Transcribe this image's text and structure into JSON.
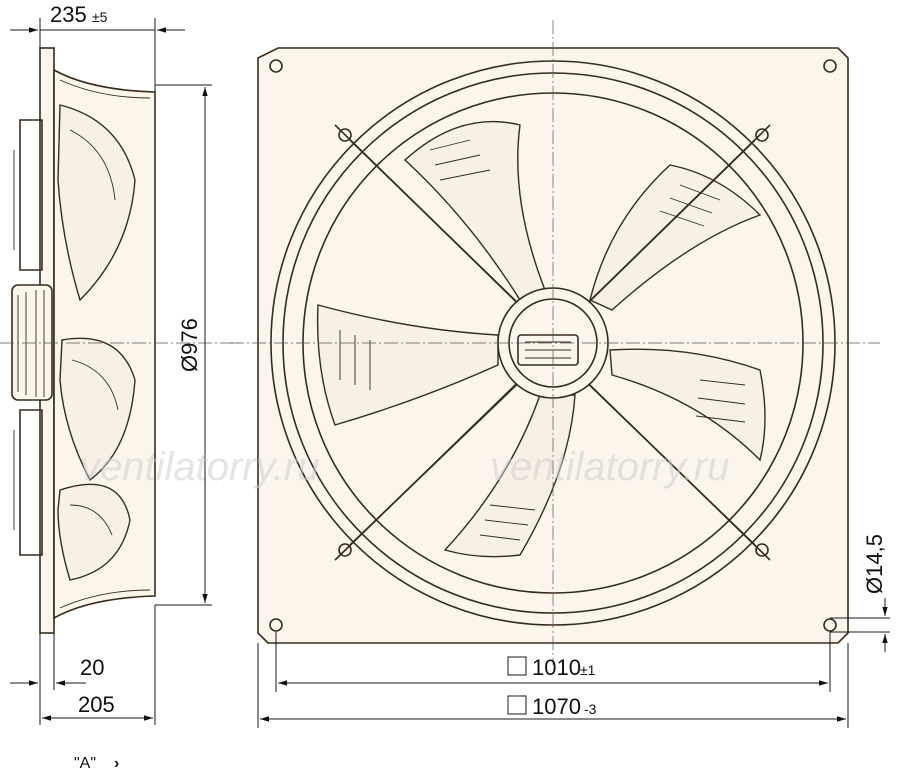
{
  "dimensions": {
    "depth_total": "235",
    "depth_total_tol": "±5",
    "diameter": "Ø976",
    "hole_diameter": "Ø14,5",
    "flange_offset": "20",
    "body_depth": "205",
    "hole_spacing": "1010",
    "hole_spacing_tol": "±1",
    "plate_size": "1070",
    "plate_size_tol": "-3"
  },
  "view_label": "\"A\"",
  "view_arrow": "›",
  "watermark": "ventilatorry.ru",
  "colors": {
    "line": "#3a2a1a",
    "fill": "#fbf5ec",
    "text": "#111111"
  }
}
